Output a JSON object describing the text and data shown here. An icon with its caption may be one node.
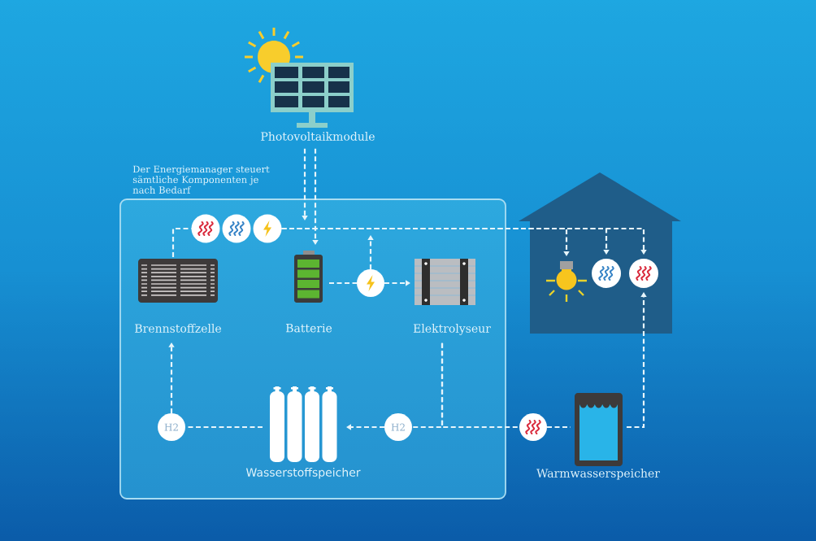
{
  "diagram": {
    "nodes": [
      {
        "text": [
          "Photovoltaikmodule"
        ]
      },
      {
        "text": [
          "Der Energiemanager steuert sämtliche Komponenten je nach Bedarf"
        ]
      },
      {
        "text": [],
        "shape": "circle",
        "in": 1
      },
      {
        "text": [],
        "shape": "circle",
        "in": 1
      },
      {
        "text": [],
        "shape": "circle",
        "in": 1
      },
      {
        "text": [
          "Brennstoffzelle"
        ],
        "in": 1
      },
      {
        "text": [
          "Batterie"
        ],
        "in": 1
      },
      {
        "text": [],
        "shape": "circle",
        "in": 1
      },
      {
        "text": [
          "Elektrolyseur"
        ],
        "in": 1
      },
      {
        "text": [
          "H2"
        ],
        "in": 1
      },
      {
        "text": [
          "Wasserstoffspeicher"
        ],
        "in": 1
      },
      {
        "text": [
          "H2"
        ],
        "in": 1
      },
      {
        "text": [],
        "shape": "house"
      },
      {
        "text": [],
        "shape": "picture",
        "in": 12
      },
      {
        "text": [],
        "shape": "circle",
        "in": 12
      },
      {
        "text": [],
        "shape": "circle",
        "in": 12
      },
      {
        "text": [],
        "shape": "circle"
      },
      {
        "text": [
          "Warmwasserspeicher"
        ]
      }
    ],
    "edges": [
      {
        "from": 0,
        "to": 6,
        "arrow": "to"
      },
      {
        "from": 0,
        "to": null,
        "arrow": "to"
      },
      {
        "from": 5,
        "to": 2,
        "arrow": "none"
      },
      {
        "from": 4,
        "to": 13,
        "arrow": "to"
      },
      {
        "from": 4,
        "to": 14,
        "arrow": "to"
      },
      {
        "from": 4,
        "to": 15,
        "arrow": "to"
      },
      {
        "from": 6,
        "to": 7,
        "arrow": "none"
      },
      {
        "from": 7,
        "to": 8,
        "arrow": "to"
      },
      {
        "from": 7,
        "to": null,
        "arrow": "to"
      },
      {
        "from": 8,
        "to": 11,
        "arrow": "none"
      },
      {
        "from": 11,
        "to": 10,
        "arrow": "to"
      },
      {
        "from": 8,
        "to": 16,
        "arrow": "none"
      },
      {
        "from": 16,
        "to": 17,
        "arrow": "none"
      },
      {
        "from": 17,
        "to": 15,
        "arrow": "to"
      },
      {
        "from": 10,
        "to": 9,
        "arrow": "none"
      },
      {
        "from": 9,
        "to": 5,
        "arrow": "to"
      }
    ]
  }
}
